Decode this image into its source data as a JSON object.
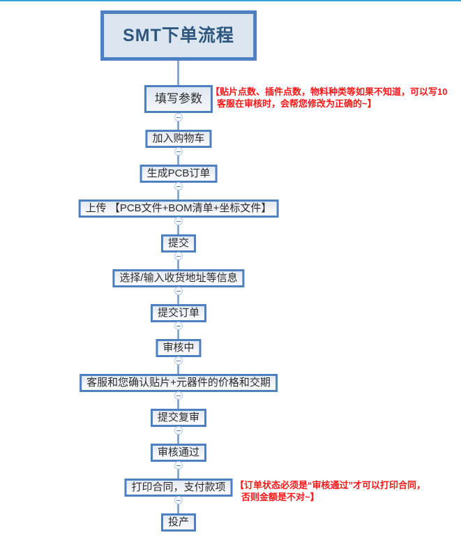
{
  "app": {
    "top_accent_bar_color": "#38a3dc"
  },
  "flowchart": {
    "title": "SMT下单流程",
    "nodes": [
      {
        "label": "填写参数"
      },
      {
        "label": "加入购物车"
      },
      {
        "label": "生成PCB订单"
      },
      {
        "label": "上传 【PCB文件+BOM清单+坐标文件】"
      },
      {
        "label": "提交"
      },
      {
        "label": "选择/输入收货地址等信息"
      },
      {
        "label": "提交订单"
      },
      {
        "label": "审核中"
      },
      {
        "label": "客服和您确认贴片+元器件的价格和交期"
      },
      {
        "label": "提交复审"
      },
      {
        "label": "审核通过"
      },
      {
        "label": "打印合同，支付款项"
      },
      {
        "label": "投产"
      }
    ],
    "annotations": [
      {
        "attached_to": "填写参数",
        "line1": "【贴片点数、插件点数，物料种类等如果不知道，可以写10",
        "line2": "客服在审核时，会帮您修改为正确的~】"
      },
      {
        "attached_to": "打印合同，支付款项",
        "line1": "【订单状态必须是“审核通过”才可以打印合同，",
        "line2": "否则金额是不对~】"
      }
    ],
    "colors": {
      "node_border": "#4d80c0",
      "title_fill": "#dce6f1",
      "node_fill": "#eef1f6",
      "title_text": "#2f567d",
      "node_text": "#2b2b2b",
      "connector": "#9dbde4",
      "annotation_red": "#fb1515",
      "top_bar": "#38a3dc"
    }
  }
}
